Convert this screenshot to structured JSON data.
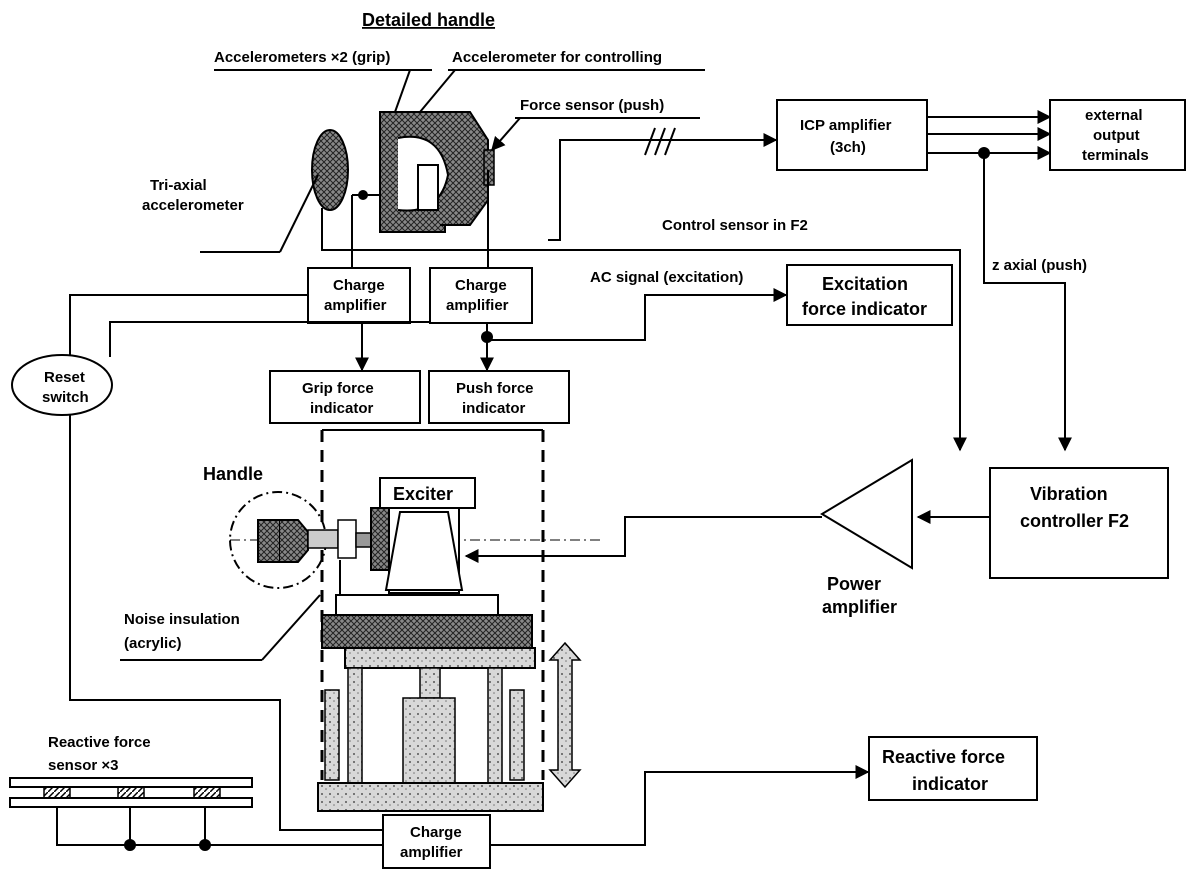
{
  "title": "Detailed handle",
  "labels": {
    "accelerometers_grip": "Accelerometers ×2 (grip)",
    "accelerometer_control": "Accelerometer for controlling",
    "force_sensor_push": "Force sensor (push)",
    "triaxial_1": "Tri-axial",
    "triaxial_2": "accelerometer",
    "control_sensor": "Control sensor in F2",
    "ac_signal": "AC signal (excitation)",
    "z_axial": "z axial (push)",
    "handle": "Handle",
    "noise_insulation_1": "Noise insulation",
    "noise_insulation_2": "(acrylic)",
    "reactive_sensor_1": "Reactive force",
    "reactive_sensor_2": "sensor ×3",
    "power_amp_1": "Power",
    "power_amp_2": "amplifier"
  },
  "boxes": {
    "icp_amp_1": "ICP amplifier",
    "icp_amp_2": "(3ch)",
    "ext_out_1": "external",
    "ext_out_2": "output",
    "ext_out_3": "terminals",
    "charge_amp_1": "Charge",
    "charge_amp_2": "amplifier",
    "excitation_ind_1": "Excitation",
    "excitation_ind_2": "force indicator",
    "reset_1": "Reset",
    "reset_2": "switch",
    "grip_ind_1": "Grip force",
    "grip_ind_2": "indicator",
    "push_ind_1": "Push force",
    "push_ind_2": "indicator",
    "exciter": "Exciter",
    "vib_ctrl_1": "Vibration",
    "vib_ctrl_2": "controller F2",
    "reactive_ind_1": "Reactive force",
    "reactive_ind_2": "indicator"
  }
}
